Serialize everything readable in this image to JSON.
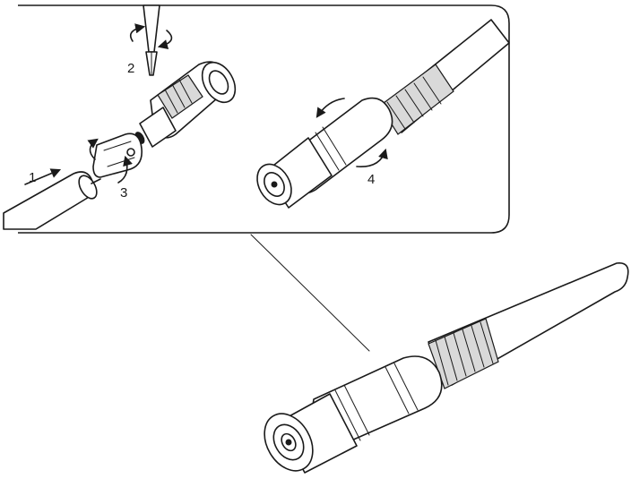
{
  "steps": [
    {
      "label": "1"
    },
    {
      "label": "2"
    },
    {
      "label": "3"
    },
    {
      "label": "4"
    }
  ]
}
